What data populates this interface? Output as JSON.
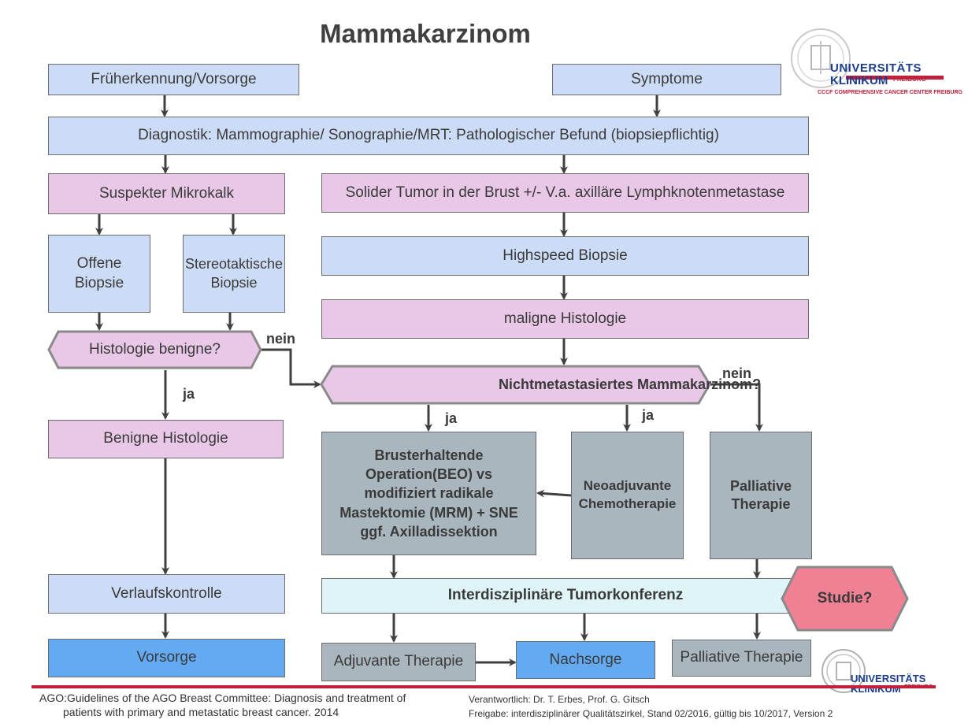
{
  "title": "Mammakarzinom",
  "logo_top": {
    "line1": "UNIVERSITÄTS",
    "line2": "KLINIKUM",
    "freiburg": "FREIBURG",
    "cccf": "CCCF COMPREHENSIVE CANCER CENTER FREIBURG"
  },
  "logo_bottom": {
    "line1": "UNIVERSITÄTS",
    "line2": "KLINIKUM",
    "freiburg": "FREIBURG"
  },
  "nodes": {
    "frueherkennung": "Früherkennung/Vorsorge",
    "symptome": "Symptome",
    "diagnostik": "Diagnostik: Mammographie/ Sonographie/MRT: Pathologischer Befund (biopsiepflichtig)",
    "mikrokalk": "Suspekter Mikrokalk",
    "solider_tumor": "Solider Tumor in der Brust +/- V.a. axilläre Lymphknotenmetastase",
    "offene_biopsie": "Offene Biopsie",
    "stereo_biopsie": "Stereotaktische Biopsie",
    "highspeed": "Highspeed Biopsie",
    "maligne": "maligne Histologie",
    "histologie_benigne": "Histologie benigne?",
    "nichtmetastasiert": "Nichtmetastasiertes Mammakarzinom?",
    "benigne_histologie": "Benigne Histologie",
    "beo": "Brusterhaltende Operation(BEO) vs modifiziert radikale Mastektomie (MRM) + SNE ggf. Axilladissektion",
    "neoadjuvant": "Neoadjuvante Chemotherapie",
    "palliativ_therapie": "Palliative Therapie",
    "verlaufskontrolle": "Verlaufskontrolle",
    "tumorkonferenz": "Interdisziplinäre Tumorkonferenz",
    "studie": "Studie?",
    "vorsorge": "Vorsorge",
    "adjuvant": "Adjuvante Therapie",
    "nachsorge": "Nachsorge",
    "palliative_therapie2": "Palliative Therapie"
  },
  "edge_labels": {
    "nein1": "nein",
    "ja1": "ja",
    "nein2": "nein",
    "ja2": "ja",
    "ja3": "ja"
  },
  "footer": {
    "reference_line1": "AGO:Guidelines of the AGO Breast Committee: Diagnosis and treatment of",
    "reference_line2": "patients with primary and metastatic breast cancer. 2014",
    "responsible": "Verantwortlich: Dr. T. Erbes, Prof. G. Gitsch",
    "release": "Freigabe: interdisziplinärer Qualitätszirkel,  Stand 02/2016, gültig bis 10/2017, Version 2"
  },
  "colors": {
    "blue_box": "#cddcf6",
    "pink_box": "#e8c8e6",
    "grey_box": "#a9b6bd",
    "strong_blue": "#63aaf2",
    "studie_fill": "#f08094",
    "footer_line": "#c0203a",
    "logo_blue": "#1d3d8f",
    "logo_red": "#c0203a"
  }
}
